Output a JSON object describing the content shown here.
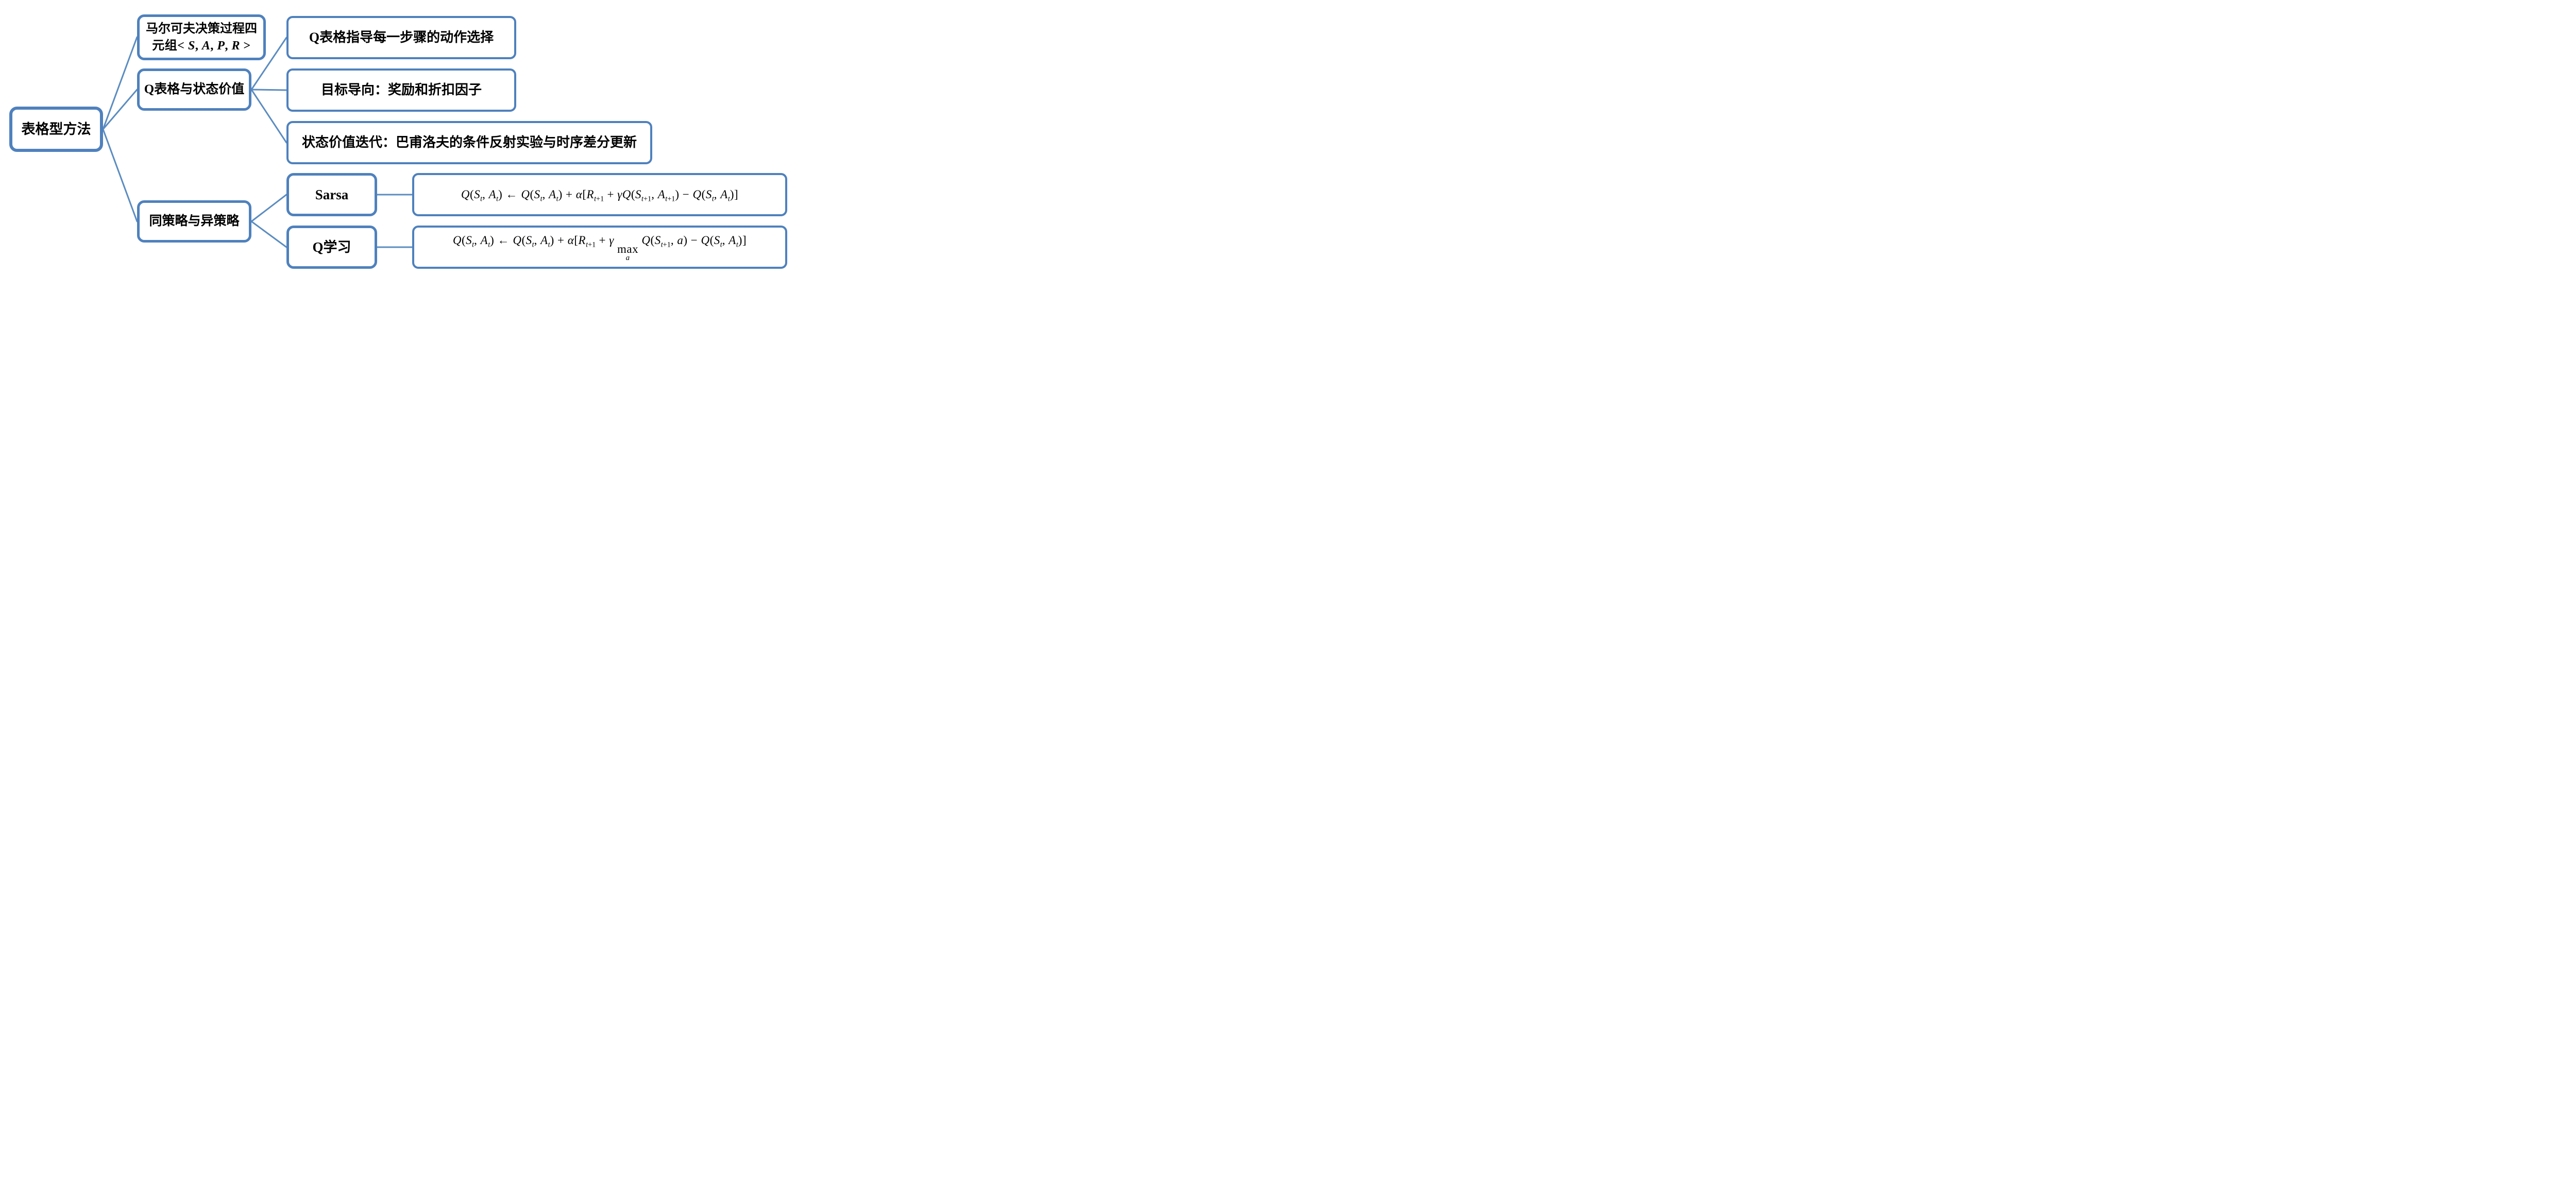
{
  "diagram": {
    "palette": {
      "node_border": "#4f81bd",
      "connector": "#5b8cc0",
      "text": "#000000",
      "background": "#ffffff"
    },
    "nodes": {
      "root": {
        "label": "表格型方法"
      },
      "mdp": {
        "line1": "马尔可夫决策过程四",
        "line2_segments": [
          {
            "t": "元组< "
          },
          {
            "t": "S",
            "i": true
          },
          {
            "t": ", "
          },
          {
            "t": "A",
            "i": true
          },
          {
            "t": ", "
          },
          {
            "t": "P",
            "i": true
          },
          {
            "t": ", "
          },
          {
            "t": "R",
            "i": true
          },
          {
            "t": " >"
          }
        ]
      },
      "qtable": {
        "label": "Q表格与状态价值"
      },
      "policy": {
        "label": "同策略与异策略"
      },
      "leaf_action": {
        "label": "Q表格指导每一步骤的动作选择"
      },
      "leaf_goal": {
        "label": "目标导向：奖励和折扣因子"
      },
      "leaf_value": {
        "label": "状态价值迭代：巴甫洛夫的条件反射实验与时序差分更新"
      },
      "sarsa": {
        "label": "Sarsa"
      },
      "qlearning": {
        "label": "Q学习"
      },
      "formula_sarsa": {
        "segments": [
          {
            "t": "Q",
            "i": true
          },
          {
            "t": "("
          },
          {
            "t": "S",
            "i": true
          },
          {
            "t": "t",
            "sub": true,
            "i": true
          },
          {
            "t": ", "
          },
          {
            "t": "A",
            "i": true
          },
          {
            "t": "t",
            "sub": true,
            "i": true
          },
          {
            "t": ") ← "
          },
          {
            "t": "Q",
            "i": true
          },
          {
            "t": "("
          },
          {
            "t": "S",
            "i": true
          },
          {
            "t": "t",
            "sub": true,
            "i": true
          },
          {
            "t": ", "
          },
          {
            "t": "A",
            "i": true
          },
          {
            "t": "t",
            "sub": true,
            "i": true
          },
          {
            "t": ") + "
          },
          {
            "t": "α",
            "i": true
          },
          {
            "t": "["
          },
          {
            "t": "R",
            "i": true
          },
          {
            "t": "t",
            "sub": true,
            "i": true
          },
          {
            "t": "+1",
            "sub": true
          },
          {
            "t": " + "
          },
          {
            "t": "γQ",
            "i": true
          },
          {
            "t": "("
          },
          {
            "t": "S",
            "i": true
          },
          {
            "t": "t",
            "sub": true,
            "i": true
          },
          {
            "t": "+1",
            "sub": true
          },
          {
            "t": ", "
          },
          {
            "t": "A",
            "i": true
          },
          {
            "t": "t",
            "sub": true,
            "i": true
          },
          {
            "t": "+1",
            "sub": true
          },
          {
            "t": ") − "
          },
          {
            "t": "Q",
            "i": true
          },
          {
            "t": "("
          },
          {
            "t": "S",
            "i": true
          },
          {
            "t": "t",
            "sub": true,
            "i": true
          },
          {
            "t": ", "
          },
          {
            "t": "A",
            "i": true
          },
          {
            "t": "t",
            "sub": true,
            "i": true
          },
          {
            "t": ")]"
          }
        ]
      },
      "formula_qlearning": {
        "segments": [
          {
            "t": "Q",
            "i": true
          },
          {
            "t": "("
          },
          {
            "t": "S",
            "i": true
          },
          {
            "t": "t",
            "sub": true,
            "i": true
          },
          {
            "t": ", "
          },
          {
            "t": "A",
            "i": true
          },
          {
            "t": "t",
            "sub": true,
            "i": true
          },
          {
            "t": ") ← "
          },
          {
            "t": "Q",
            "i": true
          },
          {
            "t": "("
          },
          {
            "t": "S",
            "i": true
          },
          {
            "t": "t",
            "sub": true,
            "i": true
          },
          {
            "t": ", "
          },
          {
            "t": "A",
            "i": true
          },
          {
            "t": "t",
            "sub": true,
            "i": true
          },
          {
            "t": ") + "
          },
          {
            "t": "α",
            "i": true
          },
          {
            "t": "["
          },
          {
            "t": "R",
            "i": true
          },
          {
            "t": "t",
            "sub": true,
            "i": true
          },
          {
            "t": "+1",
            "sub": true
          },
          {
            "t": " + "
          },
          {
            "t": "γ ",
            "i": true
          },
          {
            "t": "max",
            "under": "a"
          },
          {
            "t": " "
          },
          {
            "t": "Q",
            "i": true
          },
          {
            "t": "("
          },
          {
            "t": "S",
            "i": true
          },
          {
            "t": "t",
            "sub": true,
            "i": true
          },
          {
            "t": "+1",
            "sub": true
          },
          {
            "t": ", "
          },
          {
            "t": "a",
            "i": true
          },
          {
            "t": ") − "
          },
          {
            "t": "Q",
            "i": true
          },
          {
            "t": "("
          },
          {
            "t": "S",
            "i": true
          },
          {
            "t": "t",
            "sub": true,
            "i": true
          },
          {
            "t": ", "
          },
          {
            "t": "A",
            "i": true
          },
          {
            "t": "t",
            "sub": true,
            "i": true
          },
          {
            "t": ")]"
          }
        ]
      }
    }
  }
}
